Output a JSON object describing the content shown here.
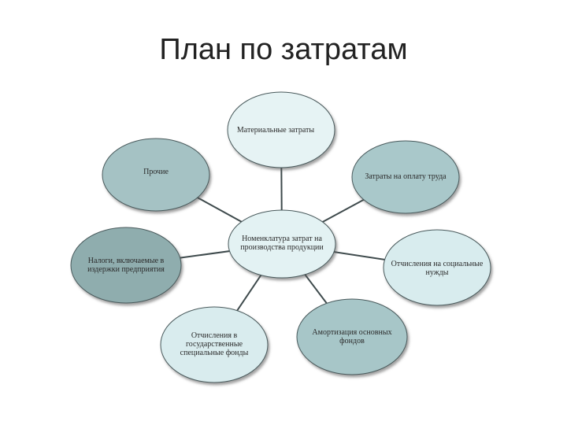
{
  "title": "План по затратам",
  "diagram": {
    "center": {
      "label": "Номенклатура затрат на производства продукции",
      "color": "#e3f2f3"
    },
    "nodes": [
      {
        "id": "materials",
        "label": "Материальные затраты",
        "color": "#e6f3f4"
      },
      {
        "id": "labor",
        "label": "Затраты на оплату труда",
        "color": "#a9c8ca"
      },
      {
        "id": "social",
        "label": "Отчисления на социальные нужды",
        "color": "#d8ecee"
      },
      {
        "id": "depreciation",
        "label": "Амортизация основных фондов",
        "color": "#a7c6c8"
      },
      {
        "id": "state-funds",
        "label": "Отчисления в государственные специальные фонды",
        "color": "#d9ecee"
      },
      {
        "id": "taxes",
        "label": "Налоги, включаемые в издержки предприятия",
        "color": "#8fadae"
      },
      {
        "id": "other",
        "label": "Прочие",
        "color": "#a5c2c4"
      }
    ]
  }
}
